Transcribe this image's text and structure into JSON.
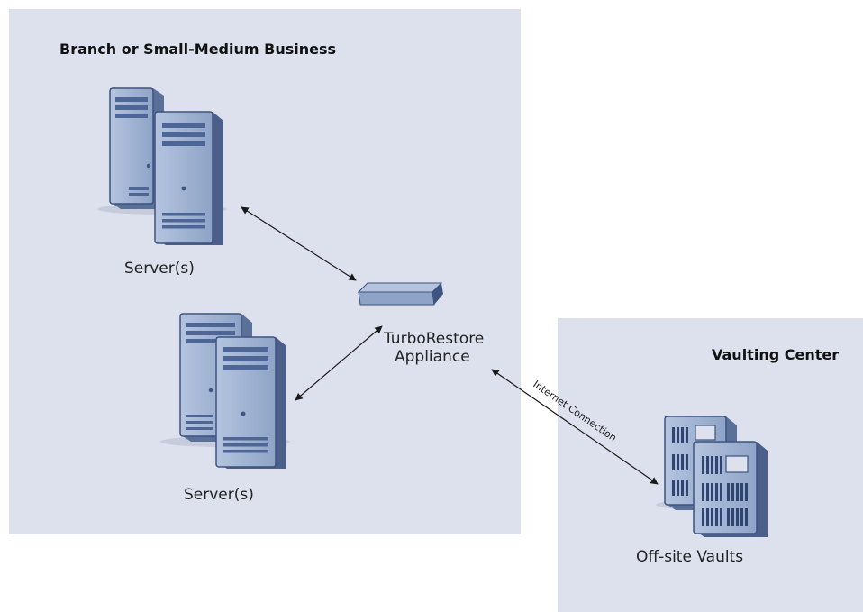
{
  "branch": {
    "title": "Branch or Small-Medium Business",
    "servers_top_label": "Server(s)",
    "servers_bottom_label": "Server(s)",
    "appliance_label_line1": "TurboRestore",
    "appliance_label_line2": "Appliance"
  },
  "vault": {
    "title": "Vaulting Center",
    "vaults_label": "Off-site Vaults"
  },
  "connection": {
    "internet_label": "Internet Connection"
  },
  "colors": {
    "zone_bg": "#dde1ee",
    "server_front": "#9fb3d3",
    "server_side": "#5b7098",
    "server_dark": "#3d5380",
    "line": "#1a1a1a"
  }
}
